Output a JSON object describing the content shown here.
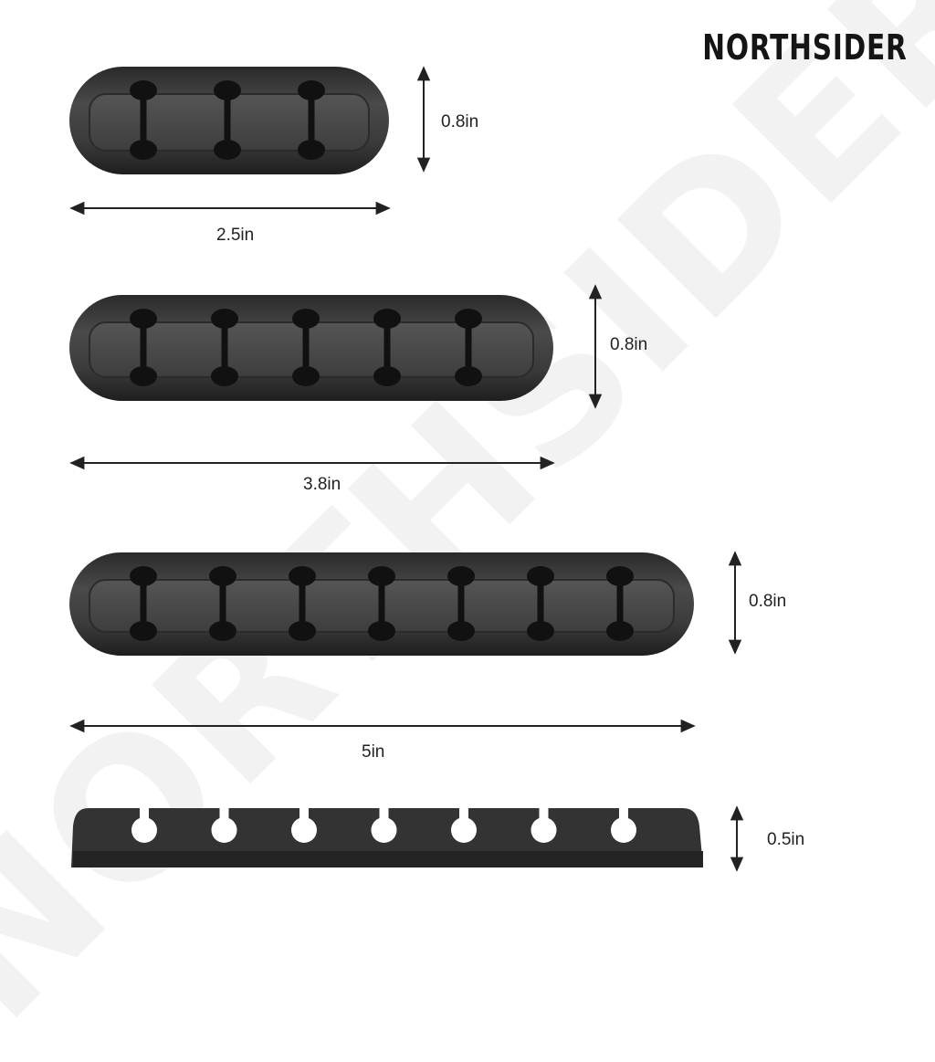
{
  "brand": "NORTHSIDER",
  "watermark": "NORTHSIDER",
  "colors": {
    "body": "#3a3a3a",
    "slot": "#111111",
    "arrow": "#222222",
    "watermark": "#f2f2f2"
  },
  "products": [
    {
      "slots": 3,
      "height_label": "0.8in",
      "width_label": "2.5in"
    },
    {
      "slots": 5,
      "height_label": "0.8in",
      "width_label": "3.8in"
    },
    {
      "slots": 7,
      "height_label": "0.8in",
      "width_label": "5in"
    },
    {
      "slots": 7,
      "height_label": "0.5in",
      "width_label": ""
    }
  ]
}
